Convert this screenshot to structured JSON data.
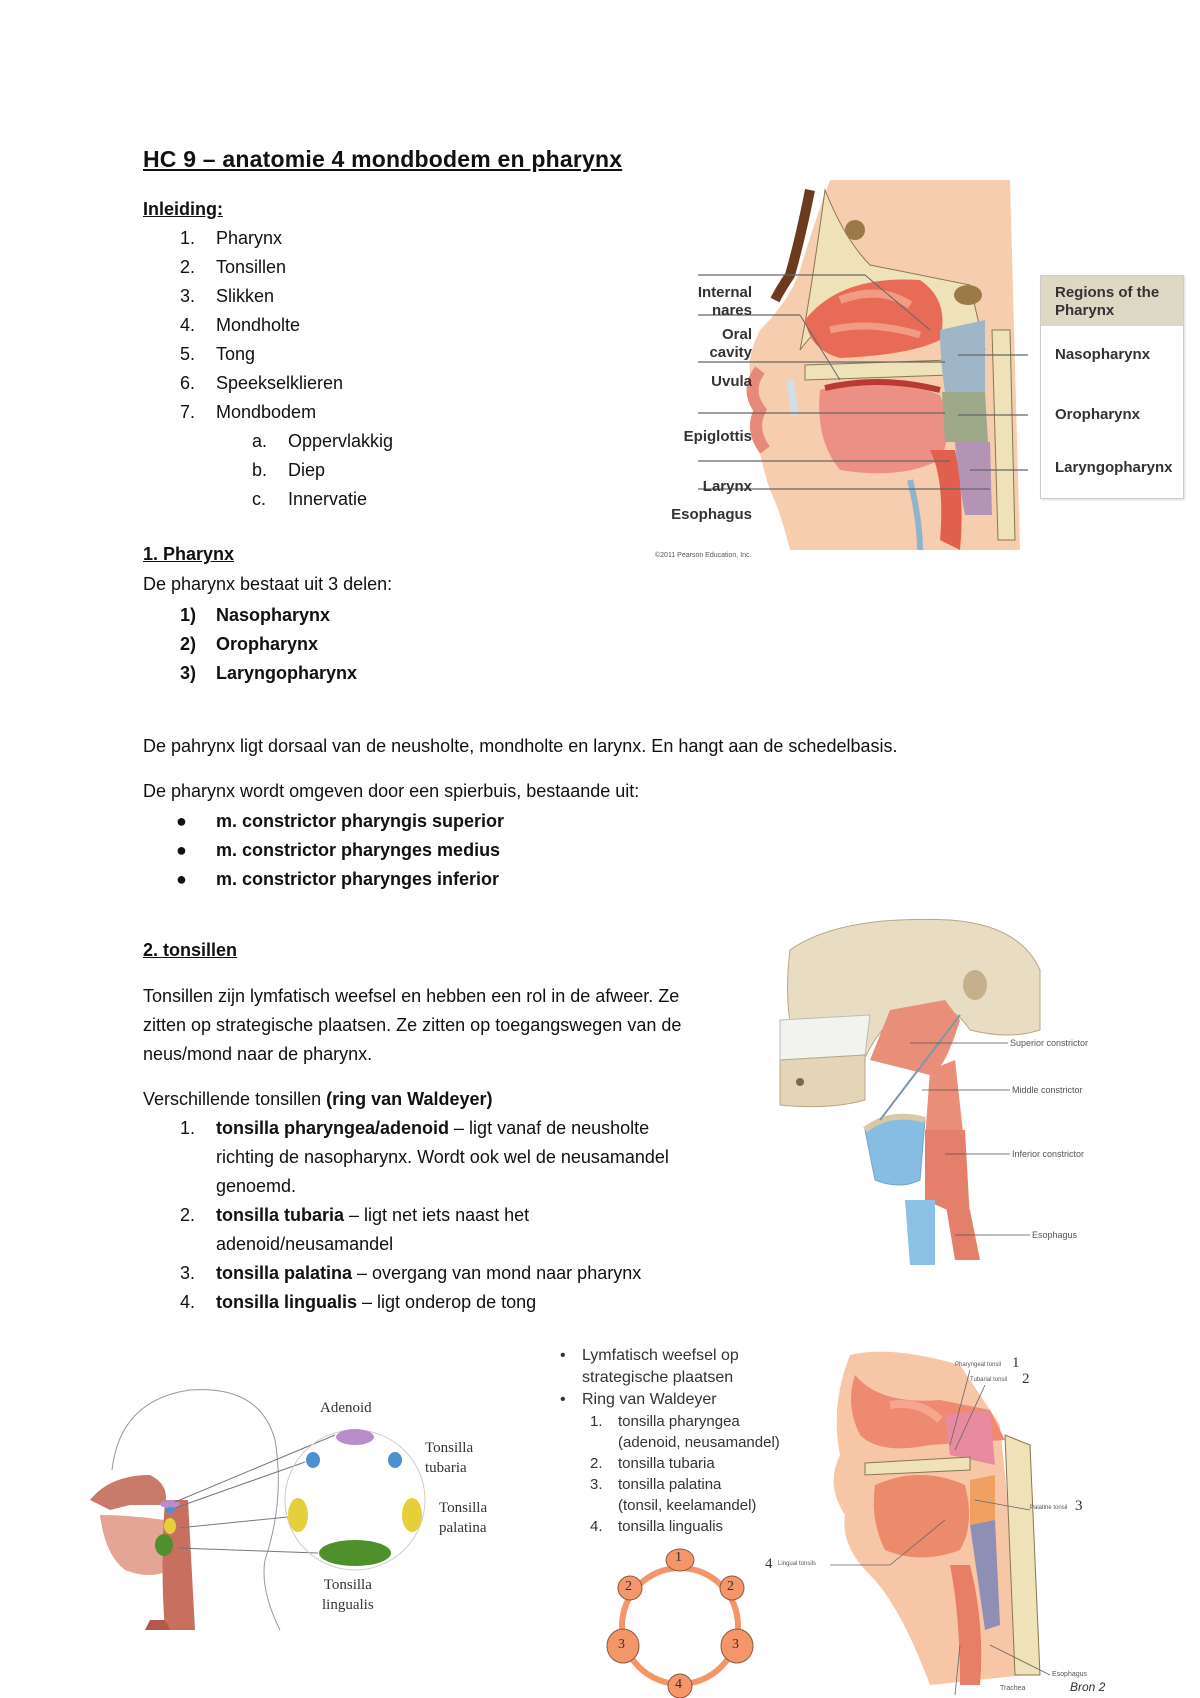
{
  "document": {
    "title": "HC 9 – anatomie 4 mondbodem en pharynx",
    "intro": {
      "heading": "Inleiding:",
      "items": [
        {
          "num": "1.",
          "label": "Pharynx"
        },
        {
          "num": "2.",
          "label": "Tonsillen"
        },
        {
          "num": "3.",
          "label": "Slikken"
        },
        {
          "num": "4.",
          "label": "Mondholte"
        },
        {
          "num": "5.",
          "label": "Tong"
        },
        {
          "num": "6.",
          "label": "Speekselklieren"
        },
        {
          "num": "7.",
          "label": "Mondbodem"
        }
      ],
      "subitems": [
        {
          "num": "a.",
          "label": "Oppervlakkig"
        },
        {
          "num": "b.",
          "label": "Diep"
        },
        {
          "num": "c.",
          "label": "Innervatie"
        }
      ]
    },
    "pharynx": {
      "heading": "1. Pharynx",
      "intro": "De pharynx bestaat uit 3 delen:",
      "parts": [
        {
          "num": "1)",
          "label": "Nasopharynx"
        },
        {
          "num": "2)",
          "label": "Oropharynx"
        },
        {
          "num": "3)",
          "label": "Laryngopharynx"
        }
      ],
      "location": "De pahrynx ligt dorsaal van de neusholte, mondholte en larynx. En hangt aan de schedelbasis.",
      "muscle_intro": "De pharynx wordt omgeven door een spierbuis, bestaande uit:",
      "muscles": [
        "m. constrictor pharyngis superior",
        "m. constrictor pharynges medius",
        "m. constrictor pharynges inferior"
      ]
    },
    "tonsillen": {
      "heading": "2. tonsillen",
      "para_lines": [
        "Tonsillen zijn lymfatisch weefsel en hebben een rol in de afweer. Ze",
        "zitten op strategische plaatsen. Ze zitten op toegangswegen van de",
        "neus/mond naar de pharynx."
      ],
      "list_intro_plain": "Verschillende tonsillen ",
      "list_intro_bold": "(ring van Waldeyer)",
      "items": [
        {
          "num": "1.",
          "bold": "tonsilla pharyngea/adenoid",
          "rest_lines": [
            " – ligt vanaf de neusholte",
            "richting de nasopharynx. Wordt ook wel de neusamandel",
            "genoemd."
          ]
        },
        {
          "num": "2.",
          "bold": "tonsilla tubaria",
          "rest_lines": [
            " – ligt net iets naast het",
            "adenoid/neusamandel"
          ]
        },
        {
          "num": "3.",
          "bold": "tonsilla palatina",
          "rest_lines": [
            " – overgang van mond naar pharynx"
          ]
        },
        {
          "num": "4.",
          "bold": "tonsilla lingualis",
          "rest_lines": [
            " – ligt onderop de tong"
          ]
        }
      ]
    }
  },
  "figures": {
    "pharynx_regions": {
      "left_labels": [
        "Internal",
        "nares",
        "Oral",
        "cavity",
        "Uvula",
        "Epiglottis",
        "Larynx",
        "Esophagus"
      ],
      "box_title_1": "Regions of the",
      "box_title_2": "Pharynx",
      "regions": [
        "Nasopharynx",
        "Oropharynx",
        "Laryngopharynx"
      ],
      "credit": "©2011 Pearson Education, Inc.",
      "colors": {
        "naso": "#9fb6c8",
        "oro": "#9ea98a",
        "laryngo": "#b394b5",
        "tissue": "#e8735f",
        "bone": "#efe1b8",
        "skin": "#f6c6a6",
        "box_header": "#dcd8c4"
      }
    },
    "constrictors": {
      "labels": [
        "Superior constrictor",
        "Middle constrictor",
        "Inferior constrictor",
        "Esophagus"
      ]
    },
    "waldeyer_diagram": {
      "labels": [
        "Adenoid",
        "Tonsilla",
        "tubaria",
        "Tonsilla",
        "palatina",
        "Tonsilla",
        "lingualis"
      ],
      "colors": {
        "adenoid": "#b98ccc",
        "tubaria": "#4d8fd1",
        "palatina": "#e6d03a",
        "lingualis": "#4f8f2c"
      }
    },
    "slide": {
      "bullets": [
        "Lymfatisch weefsel op",
        "strategische plaatsen",
        "Ring van Waldeyer"
      ],
      "items": [
        {
          "num": "1.",
          "lines": [
            "tonsilla pharyngea",
            "(adenoid, neusamandel)"
          ]
        },
        {
          "num": "2.",
          "lines": [
            "tonsilla tubaria"
          ]
        },
        {
          "num": "3.",
          "lines": [
            "tonsilla palatina",
            "(tonsil, keelamandel)"
          ]
        },
        {
          "num": "4.",
          "lines": [
            "tonsilla lingualis"
          ]
        }
      ],
      "ring_nodes": [
        "1",
        "2",
        "2",
        "3",
        "3",
        "4"
      ],
      "ring_color": "#f4956a"
    },
    "sagittal_tonsils": {
      "labels": [
        "Pharyngeal tonsil",
        "Tubarial tonsil",
        "Palatine tonsil",
        "Lingual tonsils",
        "Esophagus",
        "Trachea"
      ],
      "numbers": [
        "1",
        "2",
        "3",
        "4"
      ],
      "source": "Bron 2"
    }
  }
}
